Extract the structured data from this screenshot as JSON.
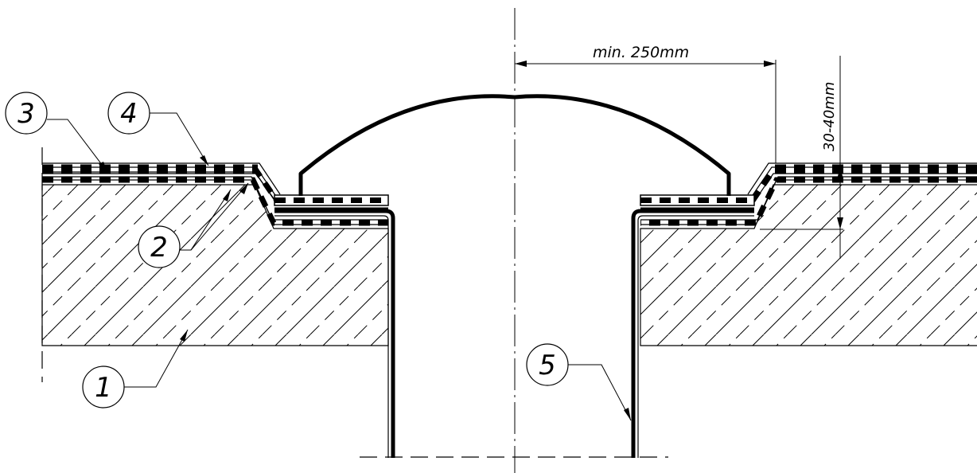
{
  "drawing": {
    "callouts": [
      {
        "id": "1",
        "label": "1"
      },
      {
        "id": "2",
        "label": "2"
      },
      {
        "id": "3",
        "label": "3"
      },
      {
        "id": "4",
        "label": "4"
      },
      {
        "id": "5",
        "label": "5"
      }
    ],
    "dimensions": {
      "horizontal": "min. 250mm",
      "vertical": "30-40mm"
    }
  }
}
